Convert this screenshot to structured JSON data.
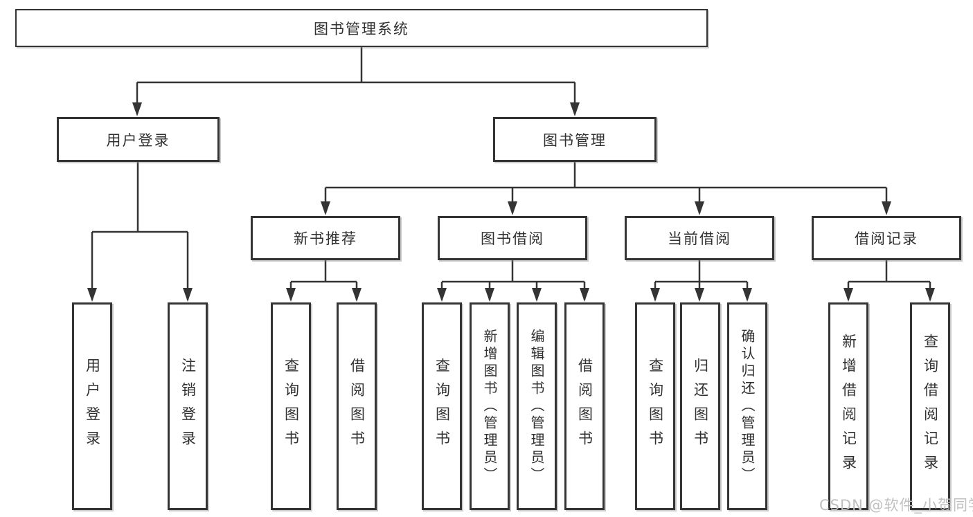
{
  "tree": {
    "label": "图书管理系统",
    "children": [
      {
        "label": "用户登录",
        "children": [
          {
            "label": "用户登录"
          },
          {
            "label": "注销登录"
          }
        ]
      },
      {
        "label": "图书管理",
        "children": [
          {
            "label": "新书推荐",
            "children": [
              {
                "label": "查询图书"
              },
              {
                "label": "借阅图书"
              }
            ]
          },
          {
            "label": "图书借阅",
            "children": [
              {
                "label": "查询图书"
              },
              {
                "label": "新增图书（管理员）"
              },
              {
                "label": "编辑图书（管理员）"
              },
              {
                "label": "借阅图书"
              }
            ]
          },
          {
            "label": "当前借阅",
            "children": [
              {
                "label": "查询图书"
              },
              {
                "label": "归还图书"
              },
              {
                "label": "确认归还（管理员）"
              }
            ]
          },
          {
            "label": "借阅记录",
            "children": [
              {
                "label": "新增借阅记录"
              },
              {
                "label": "查询借阅记录"
              }
            ]
          }
        ]
      }
    ]
  },
  "watermark": {
    "text": "CSDN @软件_小贺同学"
  },
  "colors": {
    "line": "#343434",
    "box_border": "#343434",
    "text": "#303030",
    "watermark": "#c0c0c0",
    "background": "#ffffff"
  }
}
